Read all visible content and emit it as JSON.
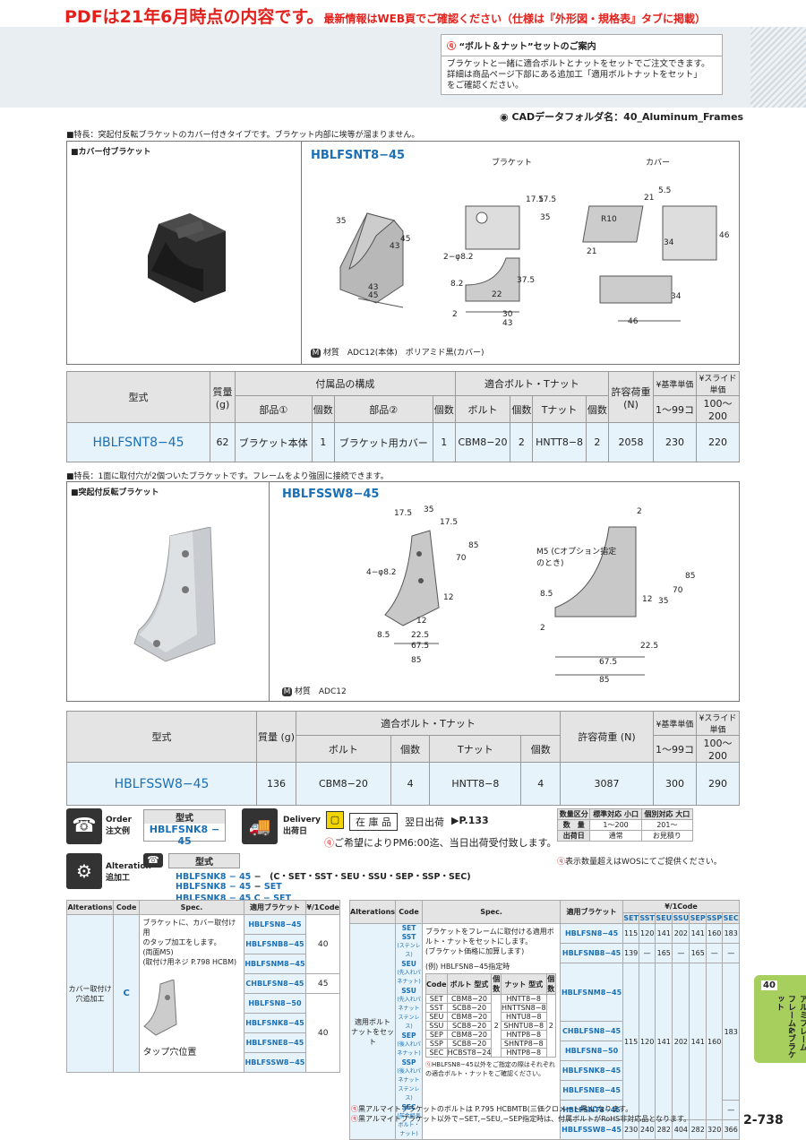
{
  "header": {
    "title": "PDFは21年6月時点の内容です。",
    "subtitle": "最新情報はWEB頁でご確認ください（仕様は『外形図・規格表』タブに掲載）"
  },
  "notice": {
    "heading": "“ボルト＆ナット”セットのご案内",
    "line1": "ブラケットと一緒に適合ボルトとナットをセットでご注文できます。",
    "line2": "詳細は商品ページ下部にある追加工「適用ボルトナットをセット」",
    "line3": "をご確認ください。"
  },
  "cad": "CADデータフォルダ名：40_Aluminum_Frames",
  "section1": {
    "feature": "■特長：突起付反転ブラケットのカバー付きタイプです。ブラケット内部に埃等が溜まりません。",
    "label": "■カバー付ブラケット",
    "model_title": "HBLFSNT8−45",
    "view_bracket": "ブラケット",
    "view_cover": "カバー",
    "material": "材質　ADC12(本体)　ポリアミド黒(カバー)",
    "dims": [
      "35",
      "43",
      "45",
      "43",
      "45",
      "2−φ8.2",
      "8.2",
      "2",
      "30",
      "43",
      "21",
      "5.5",
      "R10",
      "46",
      "34",
      "21",
      "34",
      "46",
      "17.5",
      "17.5",
      "35",
      "22",
      "37.5"
    ]
  },
  "table1": {
    "h_model": "型式",
    "h_mass": "質量 (g)",
    "h_parts": "付属品の構成",
    "h_part1": "部品①",
    "h_part2": "部品②",
    "h_qty": "個数",
    "h_bolt_nut": "適合ボルト・Tナット",
    "h_bolt": "ボルト",
    "h_tnut": "Tナット",
    "h_load": "許容荷重 (N)",
    "h_price": "¥基準単価",
    "h_slide": "¥スライド単価",
    "h_range1": "1〜99コ",
    "h_range2": "100〜200",
    "row": {
      "model": "HBLFSNT8−45",
      "mass": "62",
      "part1": "ブラケット本体",
      "q1": "1",
      "part2": "ブラケット用カバー",
      "q2": "1",
      "bolt": "CBM8−20",
      "bq": "2",
      "tnut": "HNTT8−8",
      "tq": "2",
      "load": "2058",
      "price": "230",
      "slide": "220"
    }
  },
  "section2": {
    "feature": "■特長：1面に取付穴が2個ついたブラケットです。フレームをより強固に接続できます。",
    "label": "■突起付反転ブラケット",
    "model_title": "HBLFSSW8−45",
    "material": "材質　ADC12",
    "note_m5": "M5 (Cオプション指定のとき)",
    "dims": [
      "17.5",
      "35",
      "17.5",
      "85",
      "70",
      "4−φ8.2",
      "12",
      "12",
      "8.5",
      "22.5",
      "67.5",
      "85",
      "2",
      "35",
      "70",
      "85",
      "8.5",
      "12",
      "2",
      "22.5",
      "67.5",
      "85"
    ]
  },
  "table2": {
    "h_model": "型式",
    "h_mass": "質量 (g)",
    "h_bolt_nut": "適合ボルト・Tナット",
    "h_bolt": "ボルト",
    "h_qty": "個数",
    "h_tnut": "Tナット",
    "h_load": "許容荷重 (N)",
    "h_price": "¥基準単価",
    "h_slide": "¥スライド単価",
    "h_range1": "1〜99コ",
    "h_range2": "100〜200",
    "row": {
      "model": "HBLFSSW8−45",
      "mass": "136",
      "bolt": "CBM8−20",
      "bq": "4",
      "tnut": "HNTT8−8",
      "tq": "4",
      "load": "3087",
      "price": "300",
      "slide": "290"
    }
  },
  "order": {
    "label": "Order 注文例",
    "model_label": "型式",
    "model_value": "HBLFSNK8 − 45",
    "delivery_label": "Delivery 出荷日",
    "stock": "在 庫 品",
    "next_day": "翌日出荷",
    "page_ref": "P.133",
    "same_day": "ご希望によりPM6:00迄、当日出荷受付致します。",
    "qty_table": {
      "h1": "数量区分",
      "h2": "標準対応 小口",
      "h3": "個別対応 大口",
      "r1": [
        "数　量",
        "1〜200",
        "201〜"
      ],
      "r2": [
        "出荷日",
        "通常",
        "お見積り"
      ]
    },
    "wos_note": "表示数量超えはWOSにてご提供ください。"
  },
  "alteration": {
    "label": "Alteration 追加工",
    "model_label": "型式",
    "line1_model": "HBLFSNK8 − 45",
    "line1_opt": "−　(C・SET・SST・SEU・SSU・SEP・SSP・SEC)",
    "line2_model": "HBLFSNK8 − 45",
    "line2_dash": "−",
    "line2_set": "SET",
    "line3_model": "HBLFSNK8 − 45",
    "line3_opt": "C − SET"
  },
  "alt_left": {
    "h": [
      "Alterations",
      "Code",
      "Spec.",
      "適用ブラケット",
      "¥/1Code"
    ],
    "name": "カバー取付け 穴追加工",
    "code": "C",
    "spec1": "ブラケットに、カバー取付け用",
    "spec2": "のタップ加工をします。",
    "spec3": "(両面M5)",
    "spec4": "(取付け用ネジ P.798 HCBM)",
    "tap_label": "タップ穴位置",
    "brackets": [
      "HBLFSN8−45",
      "HBLFSNB8−45",
      "HBLFSNM8−45",
      "CHBLFSN8−45",
      "HBLFSN8−50",
      "HBLFSNK8−45",
      "HBLFSNE8−45",
      "HBLFSSW8−45"
    ],
    "prices": [
      "40",
      "45",
      "40"
    ]
  },
  "alt_right": {
    "h": [
      "Alterations",
      "Code",
      "Spec.",
      "適用ブラケット",
      "¥/1Code"
    ],
    "name": "適用ボルト ナットをセット",
    "codes": [
      {
        "code": "SET SST",
        "sub": "(ステンレス)"
      },
      {
        "code": "SEU",
        "sub": "(先入れパネナット)"
      },
      {
        "code": "SSU",
        "sub": "(先入れパネナット ステンレス)"
      },
      {
        "code": "SEP",
        "sub": "(後入れパネナット)"
      },
      {
        "code": "SSP",
        "sub": "(後入れパネナット ステンレス)"
      },
      {
        "code": "SEC",
        "sub": "(前合組品 ボルト・ナット)"
      }
    ],
    "spec1": "ブラケットをフレームに取付ける適用ボ",
    "spec2": "ルト・ナットをセットにします。",
    "spec3": "(ブラケット価格に加算します)",
    "ex": "(例) HBLFSN8−45指定時",
    "sub_h": [
      "Code",
      "ボルト 型式",
      "個数",
      "ナット 型式",
      "個数"
    ],
    "rows": [
      [
        "SET",
        "CBM8−20",
        "HNTT8−8"
      ],
      [
        "SST",
        "SCB8−20",
        "HNTTSN8−8"
      ],
      [
        "SEU",
        "CBM8−20",
        "HNTU8−8"
      ],
      [
        "SSU",
        "SCB8−20",
        "SHNTU8−8"
      ],
      [
        "SEP",
        "CBM8−20",
        "HNTP8−8"
      ],
      [
        "SSP",
        "SCB8−20",
        "SHNTP8−8"
      ],
      [
        "SEC",
        "HCBST8−24",
        "HNTP8−8"
      ]
    ],
    "qty": "2",
    "note": "HBLFSN8−45以外をご指定の際はそれぞれの適合ボルト・ナットをご確認ください。",
    "price_cols": [
      "SET",
      "SST",
      "SEU",
      "SSU",
      "SEP",
      "SSP",
      "SEC"
    ],
    "brackets": [
      "HBLFSN8−45",
      "HBLFSNB8−45",
      "HBLFSNM8−45",
      "CHBLFSN8−45",
      "HBLFSN8−50",
      "HBLFSNK8−45",
      "HBLFSNE8−45",
      "HBLFSNT8−45",
      "HBLFSSW8−45"
    ],
    "price_rows": [
      [
        "115",
        "120",
        "141",
        "202",
        "141",
        "160",
        "183"
      ],
      [
        "139",
        "—",
        "165",
        "—",
        "165",
        "—",
        "—"
      ],
      [
        "115",
        "120",
        "141",
        "202",
        "141",
        "160",
        "183"
      ],
      [
        "230",
        "240",
        "282",
        "404",
        "282",
        "320",
        "366"
      ]
    ],
    "dash": "—"
  },
  "footer": {
    "note1": "黒アルマイトブラケットのボルトは P.795 HCBMTB(三価クロメート黒)になります。",
    "note2": "黒アルマイトブラケット以外で−SET,−SEU,−SEP指定時は、付属ボルトがRoHS非対応品となります。"
  },
  "side_tab": {
    "num": "40",
    "text": "アルミフレーム フレーム&ブラケット"
  },
  "page": "2-738"
}
